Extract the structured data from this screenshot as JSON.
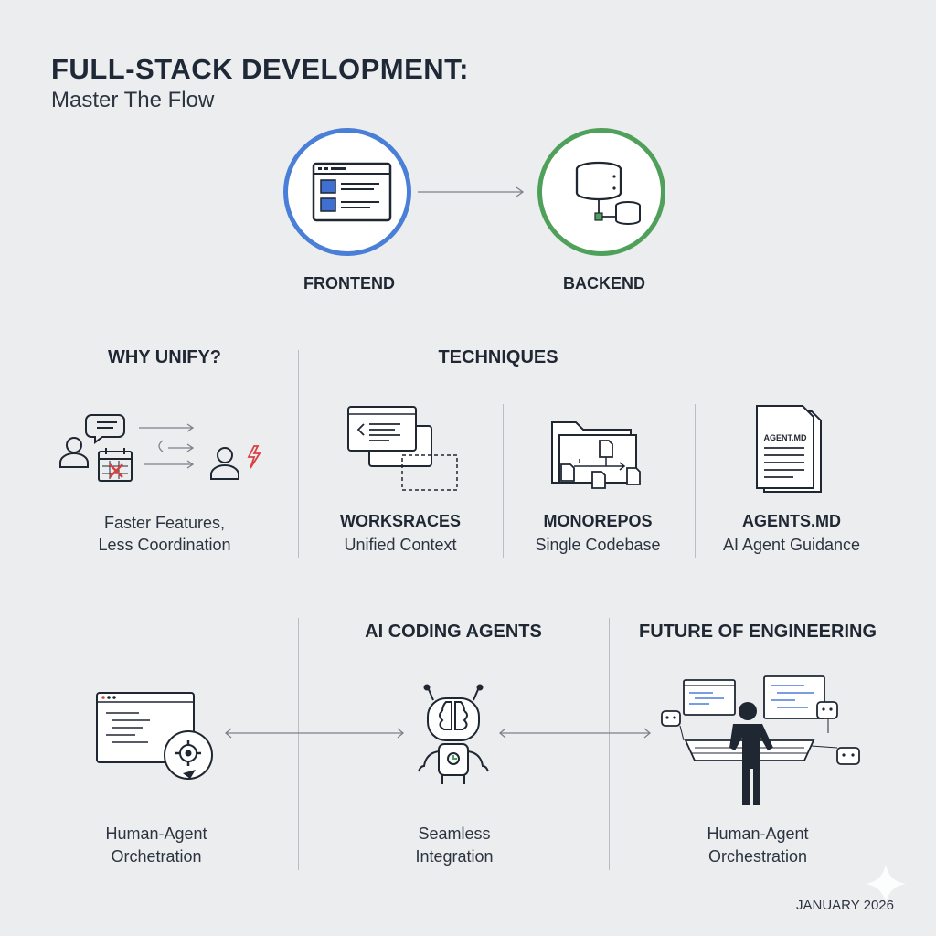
{
  "header": {
    "title": "FULL-STACK DEVELOPMENT:",
    "subtitle": "Master The Flow"
  },
  "flow": {
    "frontend_label": "FRONTEND",
    "backend_label": "BACKEND",
    "frontend_color": "#4a7fd8",
    "backend_color": "#4fa05a"
  },
  "why_unify": {
    "heading": "WHY UNIFY?",
    "description_line1": "Faster Features,",
    "description_line2": "Less Coordination"
  },
  "techniques": {
    "heading": "TECHNIQUES",
    "items": [
      {
        "icon": "windows-icon",
        "title": "WORKSRACES",
        "caption": "Unified Context"
      },
      {
        "icon": "folder-files-icon",
        "title": "MONOREPOS",
        "caption": "Single Codebase"
      },
      {
        "icon": "document-icon",
        "title": "AGENTS.MD",
        "caption": "AI Agent Guidance",
        "doc_label": "AGENT.MD"
      }
    ]
  },
  "ai_coding_agents": {
    "heading": "AI CODING AGENTS",
    "left_caption_line1": "Human-Agent",
    "left_caption_line2": "Orchetration",
    "center_caption_line1": "Seamless",
    "center_caption_line2": "Integration"
  },
  "future": {
    "heading": "FUTURE OF ENGINEERING",
    "caption_line1": "Human-Agent",
    "caption_line2": "Orchestration"
  },
  "footer": {
    "date": "JANUARY 2026"
  }
}
